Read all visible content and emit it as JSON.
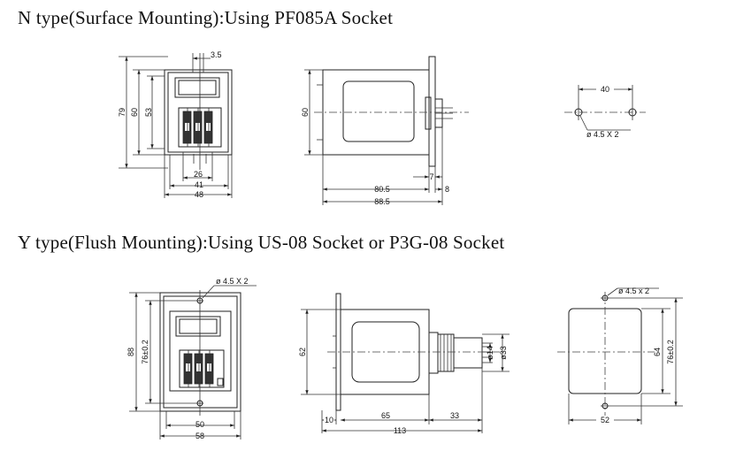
{
  "headings": {
    "n_type": "N type(Surface Mounting):Using PF085A Socket",
    "y_type": "Y type(Flush Mounting):Using US-08 Socket or P3G-08 Socket"
  },
  "n_type": {
    "front": {
      "d_3_5": "3.5",
      "d_79": "79",
      "d_60": "60",
      "d_53": "53",
      "d_26": "26",
      "d_41": "41",
      "d_48": "48"
    },
    "side": {
      "d_60": "60",
      "d_80_5": "80.5",
      "d_7": "7",
      "d_8": "8",
      "d_88_5": "88.5"
    },
    "mount": {
      "d_40": "40",
      "hole": "ø 4.5 X 2"
    }
  },
  "y_type": {
    "front": {
      "hole": "ø 4.5 X 2",
      "d_88": "88",
      "d_76": "76±0.2",
      "d_50": "50",
      "d_58": "58"
    },
    "side": {
      "d_62": "62",
      "d_14": "ø14",
      "d_33": "ø33",
      "d_10": "10",
      "d_65": "65",
      "d_33b": "33",
      "d_113": "113"
    },
    "cutout": {
      "hole": "ø 4.5 x 2",
      "d_64": "64",
      "d_76": "76±0.2",
      "d_52": "52"
    }
  }
}
